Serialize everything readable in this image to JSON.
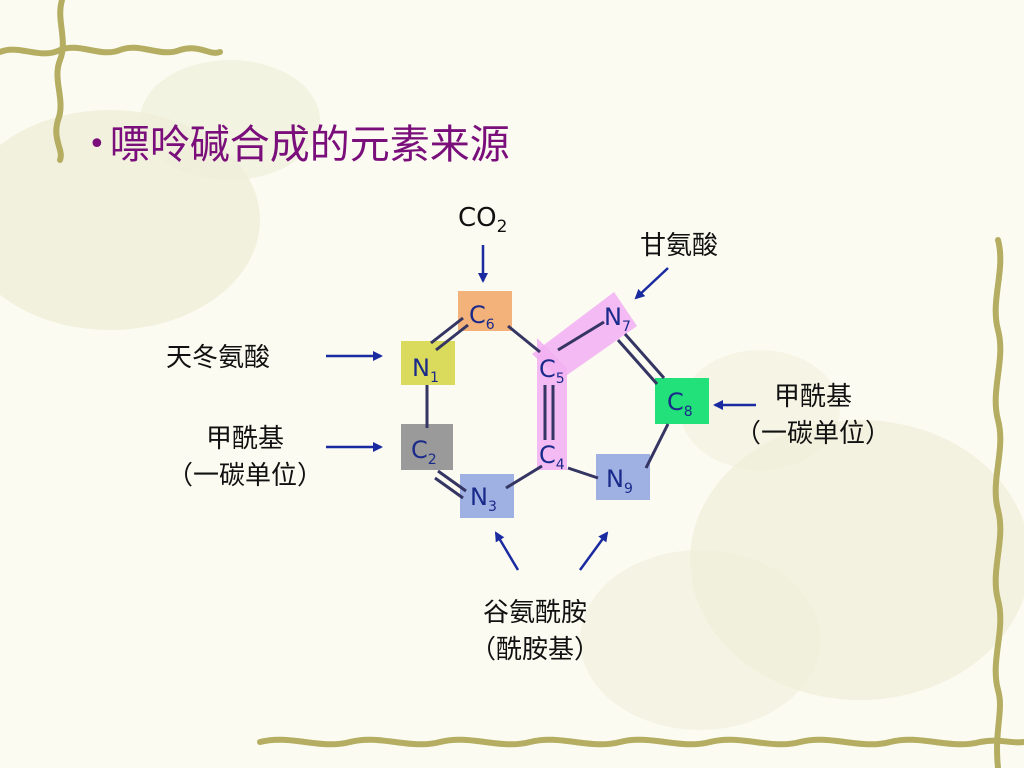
{
  "title": "嘌呤碱合成的元素来源",
  "atoms": {
    "c6": {
      "el": "C",
      "sub": "6"
    },
    "n1": {
      "el": "N",
      "sub": "1"
    },
    "c5": {
      "el": "C",
      "sub": "5"
    },
    "c2": {
      "el": "C",
      "sub": "2"
    },
    "c4": {
      "el": "C",
      "sub": "4"
    },
    "n3": {
      "el": "N",
      "sub": "3"
    },
    "n7": {
      "el": "N",
      "sub": "7"
    },
    "c8": {
      "el": "C",
      "sub": "8"
    },
    "n9": {
      "el": "N",
      "sub": "9"
    }
  },
  "sources": {
    "co2": {
      "main": "CO",
      "sub": "2"
    },
    "glycine": "甘氨酸",
    "aspartate": "天冬氨酸",
    "formyl_left": {
      "line1": "甲酰基",
      "line2": "（一碳单位）"
    },
    "formyl_right": {
      "line1": "甲酰基",
      "line2": "（一碳单位）"
    },
    "glutamine": {
      "line1": "谷氨酰胺",
      "line2": "（酰胺基）"
    }
  },
  "colors": {
    "c6": "#f3b27a",
    "n1": "#dada5c",
    "c2": "#9a9a9a",
    "n3": "#9fb0e2",
    "n9": "#9fb0e2",
    "c8": "#22e07a",
    "glycine_region": "#f3b2f3",
    "bond": "#353563",
    "arrow": "#1a2aa0",
    "title": "#7a0e7a"
  }
}
